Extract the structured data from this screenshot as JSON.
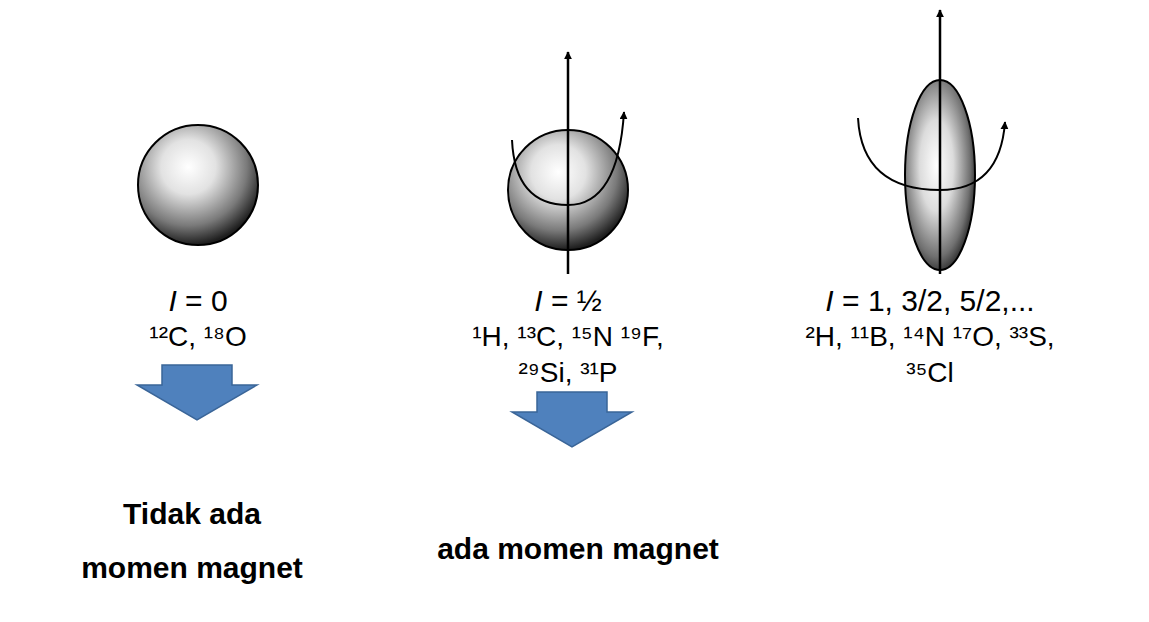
{
  "diagram": {
    "nodes": [
      {
        "text": [
          "I = 0",
          "¹²C, ¹⁸O"
        ]
      },
      {
        "text": [
          "I = ½",
          "¹H, ¹³C, ¹⁵N ¹⁹F, ²⁹Si, ³¹P"
        ]
      },
      {
        "text": [
          "I = 1, 3/2, 5/2,...",
          "²H, ¹¹B, ¹⁴N ¹⁷O, ³³S, ³⁵Cl"
        ]
      }
    ],
    "labels": [
      "Tidak ada momen magnet",
      "ada momen magnet"
    ]
  }
}
